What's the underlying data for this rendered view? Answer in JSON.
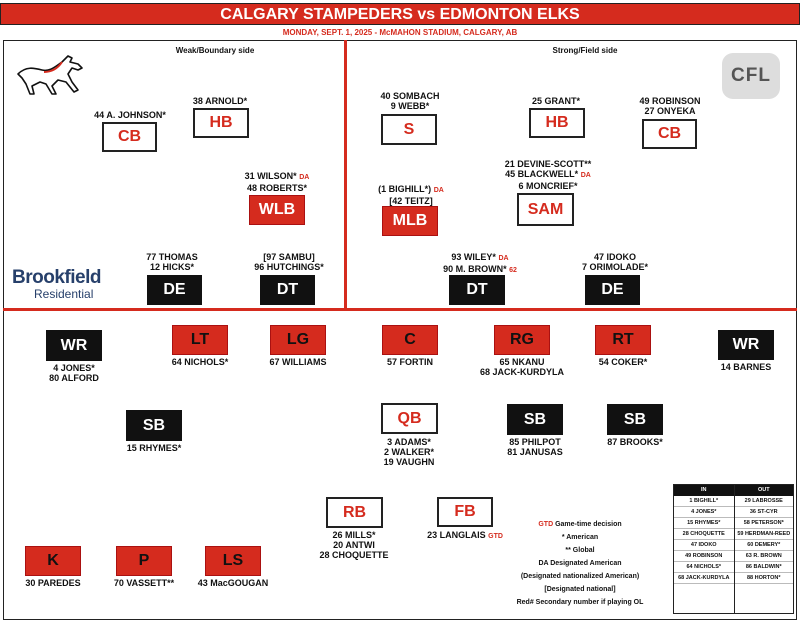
{
  "header": {
    "title": "CALGARY STAMPEDERS vs EDMONTON ELKS",
    "subtitle": "MONDAY, SEPT. 1, 2025 - McMAHON STADIUM, CALGARY, AB"
  },
  "defense": {
    "weak_label": "Weak/Boundary side",
    "strong_label": "Strong/Field side",
    "cb_left": {
      "label": "CB",
      "n1": "44 A. JOHNSON*"
    },
    "hb_left": {
      "label": "HB",
      "n1": "38 ARNOLD*"
    },
    "wlb": {
      "label": "WLB",
      "n1": "31 WILSON*",
      "n1_tag": "DA",
      "n2": "48 ROBERTS*"
    },
    "de_left": {
      "label": "DE",
      "n1": "77 THOMAS",
      "n2": "12 HICKS*"
    },
    "dt_left": {
      "label": "DT",
      "n1": "[97 SAMBU]",
      "n2": "96 HUTCHINGS*"
    },
    "safety": {
      "label": "S",
      "n1": "40 SOMBACH",
      "n2": "9 WEBB*"
    },
    "mlb": {
      "label": "MLB",
      "n1": "(1 BIGHILL*)",
      "n1_tag": "DA",
      "n2": "[42 TEITZ]"
    },
    "hb_right": {
      "label": "HB",
      "n1": "25 GRANT*"
    },
    "cb_right": {
      "label": "CB",
      "n1": "49 ROBINSON",
      "n2": "27 ONYEKA"
    },
    "sam": {
      "label": "SAM",
      "n1": "21 DEVINE-SCOTT**",
      "n2": "45 BLACKWELL*",
      "n2_tag": "DA",
      "n3": "6 MONCRIEF*"
    },
    "dt_right": {
      "label": "DT",
      "n1": "93 WILEY*",
      "n1_tag": "DA",
      "n2": "90 M. BROWN*",
      "n2_tag": "62"
    },
    "de_right": {
      "label": "DE",
      "n1": "47 IDOKO",
      "n2": "7 ORIMOLADE*"
    }
  },
  "offense": {
    "wr_left": {
      "label": "WR",
      "n1": "4 JONES*",
      "n2": "80 ALFORD"
    },
    "lt": {
      "label": "LT",
      "n1": "64 NICHOLS*"
    },
    "lg": {
      "label": "LG",
      "n1": "67 WILLIAMS"
    },
    "c": {
      "label": "C",
      "n1": "57 FORTIN"
    },
    "rg": {
      "label": "RG",
      "n1": "65 NKANU",
      "n2": "68 JACK-KURDYLA"
    },
    "rt": {
      "label": "RT",
      "n1": "54 COKER*"
    },
    "wr_right": {
      "label": "WR",
      "n1": "14 BARNES"
    },
    "sb_left": {
      "label": "SB",
      "n1": "15 RHYMES*"
    },
    "qb": {
      "label": "QB",
      "n1": "3 ADAMS*",
      "n2": "2 WALKER*",
      "n3": "19 VAUGHN"
    },
    "sb_mid": {
      "label": "SB",
      "n1": "85 PHILPOT",
      "n2": "81 JANUSAS"
    },
    "sb_right": {
      "label": "SB",
      "n1": "87 BROOKS*"
    },
    "rb": {
      "label": "RB",
      "n1": "26 MILLS*",
      "n2": "20 ANTWI",
      "n3": "28 CHOQUETTE"
    },
    "fb": {
      "label": "FB",
      "n1": "23 LANGLAIS",
      "n1_tag": "GTD"
    }
  },
  "special": {
    "k": {
      "label": "K",
      "n1": "30 PAREDES"
    },
    "p": {
      "label": "P",
      "n1": "70 VASSETT**"
    },
    "ls": {
      "label": "LS",
      "n1": "43 MacGOUGAN"
    }
  },
  "legend": {
    "gtd_tag": "GTD",
    "gtd_text": "Game-time decision",
    "american": "* American",
    "global": "** Global",
    "da": "DA Designated American",
    "dna": "(Designated nationalized American)",
    "dn": "[Designated national]",
    "red": "Red# Secondary number if playing OL"
  },
  "inout": {
    "in_header": "IN",
    "out_header": "OUT",
    "in": [
      "1 BIGHILL*",
      "4 JONES*",
      "15 RHYMES*",
      "28 CHOQUETTE",
      "47 IDOKO",
      "49 ROBINSON",
      "64 NICHOLS*",
      "68 JACK-KURDYLA"
    ],
    "out": [
      "29 LABROSSE",
      "36 ST-CYR",
      "58 PETERSON*",
      "59 HERDMAN-REED",
      "60 DEMERY*",
      "63 R. BROWN",
      "86 BALDWIN*",
      "88 HORTON*"
    ]
  },
  "brand": {
    "line1": "Brookfield",
    "line2": "Residential",
    "league": "CFL"
  },
  "colors": {
    "accent_red": "#d52b1e",
    "black": "#111111",
    "navy": "#27406b"
  },
  "icons": [
    "stampede-horse-logo",
    "cfl-logo"
  ]
}
